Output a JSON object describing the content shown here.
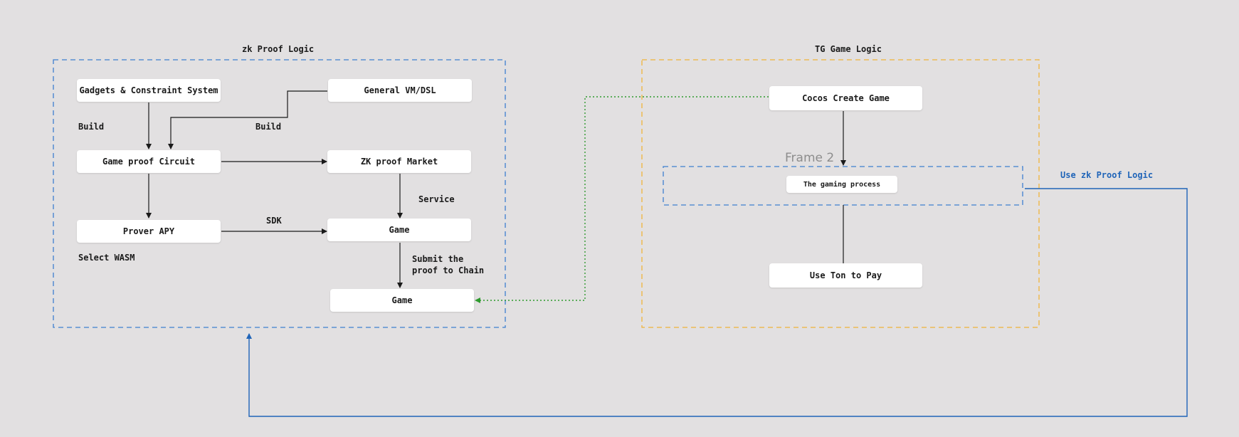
{
  "colors": {
    "background": "#e2e0e1",
    "zk_frame": "#3e7fd0",
    "tg_frame": "#f0b43a",
    "green_connector": "#2e9a2e",
    "blue_connector": "#1f64b8"
  },
  "groups": {
    "zk": {
      "title": "zk Proof Logic"
    },
    "tg": {
      "title": "TG Game Logic"
    },
    "frame2": {
      "title": "Frame 2"
    }
  },
  "nodes": {
    "gadgets": "Gadgets & Constraint System",
    "general_vm": "General VM/DSL",
    "game_proof_circuit": "Game proof Circuit",
    "zk_proof_market": "ZK proof Market",
    "prover_apy": "Prover APY",
    "game_1": "Game",
    "game_2": "Game",
    "cocos_create_game": "Cocos Create Game",
    "gaming_process": "The gaming process",
    "use_ton_to_pay": "Use Ton to Pay"
  },
  "edge_labels": {
    "build_left": "Build",
    "build_right": "Build",
    "service": "Service",
    "sdk": "SDK",
    "select_wasm": "Select WASM",
    "submit_line1": "Submit the",
    "submit_line2": "proof to Chain",
    "use_zk_proof_logic": "Use zk Proof Logic"
  }
}
